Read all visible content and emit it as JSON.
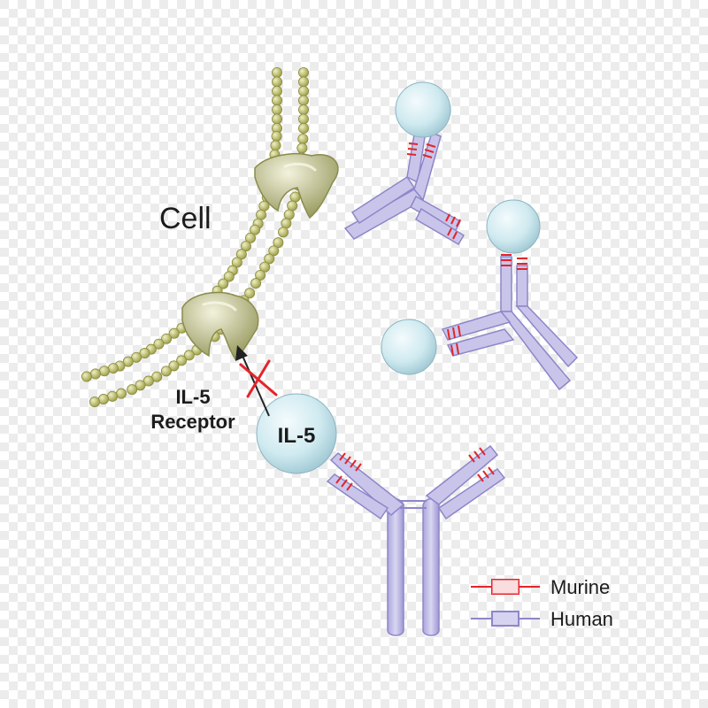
{
  "labels": {
    "cell": "Cell",
    "receptor_line1": "IL-5",
    "receptor_line2": "Receptor",
    "ligand": "IL-5"
  },
  "legend": {
    "items": [
      {
        "label": "Murine",
        "color": "#e3242b"
      },
      {
        "label": "Human",
        "color": "#8d86c9"
      }
    ]
  },
  "colors": {
    "membrane": "#b4b45a",
    "receptor": "#bcbd84",
    "antibody_fill": "#c9c5ea",
    "antibody_stroke": "#8d86c9",
    "murine": "#e3242b",
    "sphere": "#cfeaf0",
    "checker_light": "#ffffff",
    "checker_dark": "#e9e9e9"
  },
  "icons": [
    "cross-mark-icon",
    "arrow-icon"
  ]
}
